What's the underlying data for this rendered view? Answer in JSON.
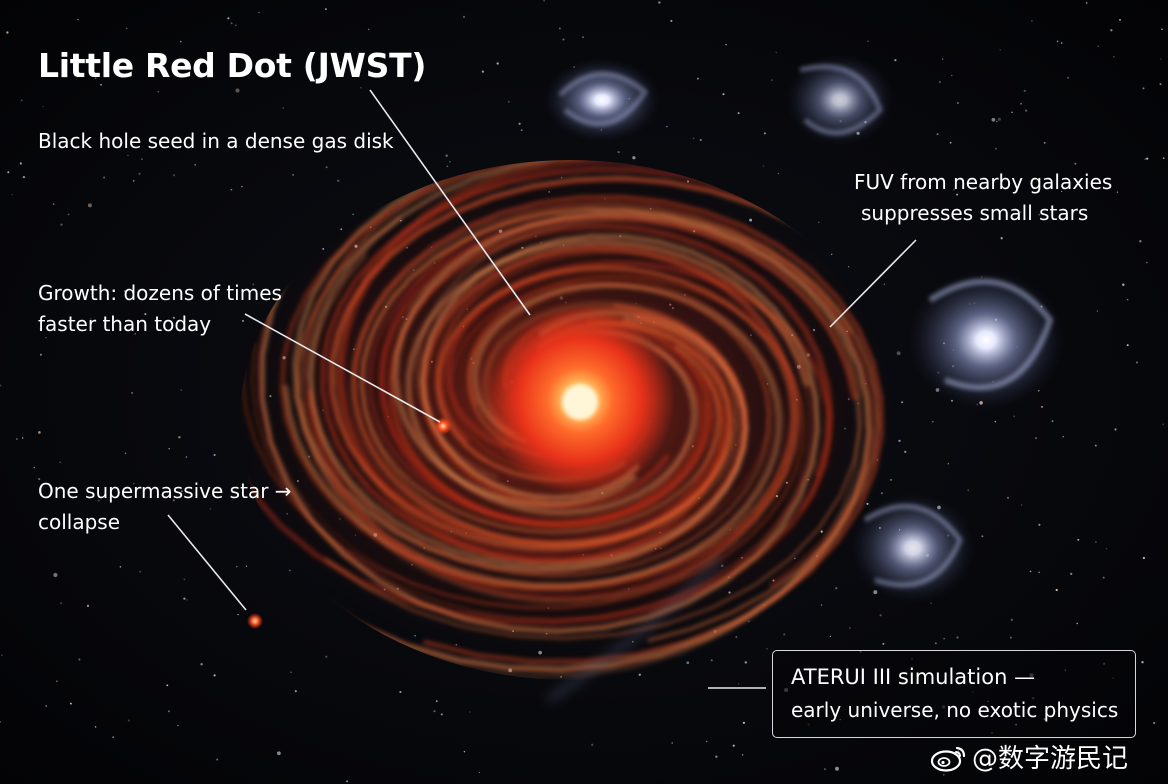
{
  "title": "Little Red Dot (JWST)",
  "labels": {
    "seed": "Black hole seed in a dense gas disk",
    "fuv_line1": "FUV from nearby galaxies",
    "fuv_line2": "suppresses small stars",
    "growth_line1": "Growth: dozens of times",
    "growth_line2": "faster than today",
    "star_line1": "One supermassive star →",
    "star_line2": "collapse"
  },
  "info_box": {
    "line1": "ATERUI III simulation —",
    "line2": "early universe, no exotic physics"
  },
  "watermark": "@数字游民记",
  "icons": {
    "watermark": "weibo-icon"
  },
  "colors": {
    "background": "#05060a",
    "disk_core": "#ffe9a8",
    "disk_red": "#e8321a",
    "galaxy_blue": "#c9d2f0",
    "text": "#ffffff"
  }
}
